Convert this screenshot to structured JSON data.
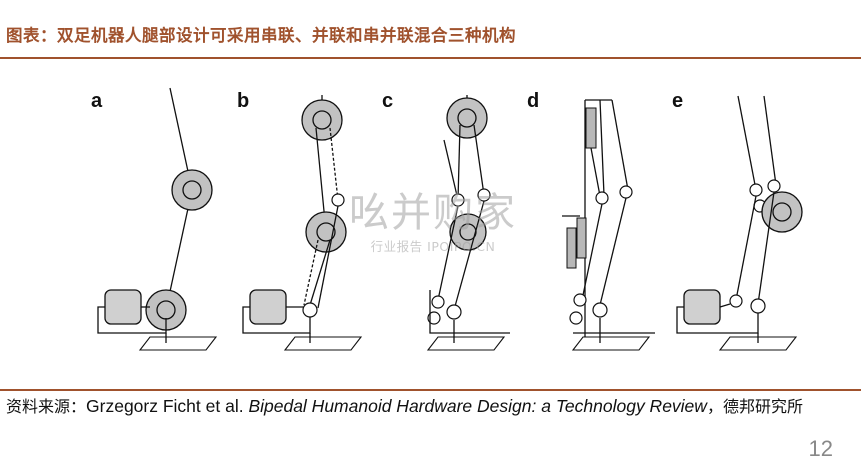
{
  "header": {
    "title": "图表：双足机器人腿部设计可采用串联、并联和串并联混合三种机构"
  },
  "figure": {
    "panels": [
      "a",
      "b",
      "c",
      "d",
      "e"
    ]
  },
  "watermark": {
    "main": "吆并购家",
    "sub": "行业报告 IPOIPO.CN"
  },
  "source": {
    "prefix": "资料来源：",
    "authors": "Grzegorz Ficht et al. ",
    "title": "Bipedal Humanoid Hardware Design: a Technology Review",
    "suffix": "，德邦研究所"
  },
  "page_number": "12",
  "colors": {
    "accent": "#a0522d",
    "motor_fill": "#c2c2c2"
  }
}
